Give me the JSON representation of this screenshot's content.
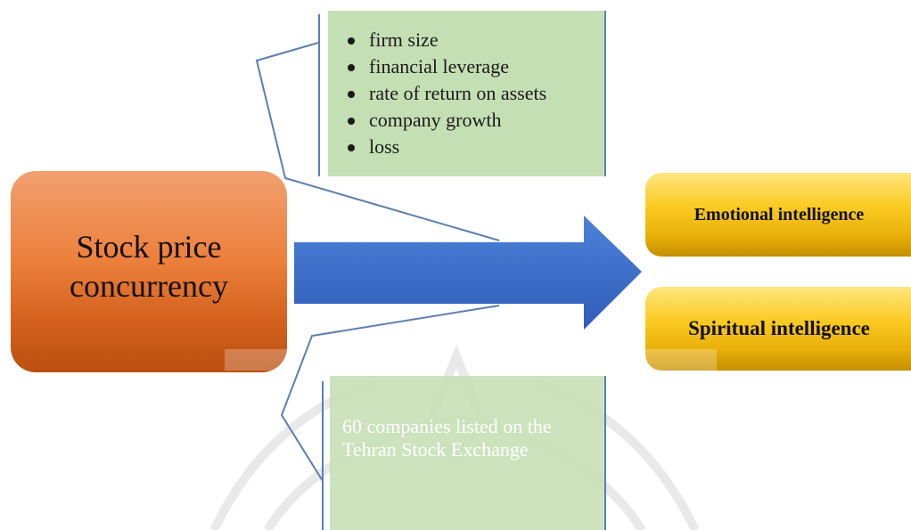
{
  "center": {
    "title_line1": "Stock price",
    "title_line2": "concurrency"
  },
  "factors": {
    "items": [
      "firm size",
      "financial leverage",
      "rate of return on assets",
      "company growth",
      "loss"
    ]
  },
  "sample": {
    "text": "60 companies listed on the Tehran Stock Exchange"
  },
  "outcomes": {
    "emotional": "Emotional intelligence",
    "spiritual": "Spiritual intelligence"
  },
  "colors": {
    "center_box": "#ec7f3c",
    "factor_box": "#c5dfb4",
    "arrow": "#3f6fc6",
    "outcome_box": "#fbcb24",
    "bracket": "#5b7fb0"
  }
}
